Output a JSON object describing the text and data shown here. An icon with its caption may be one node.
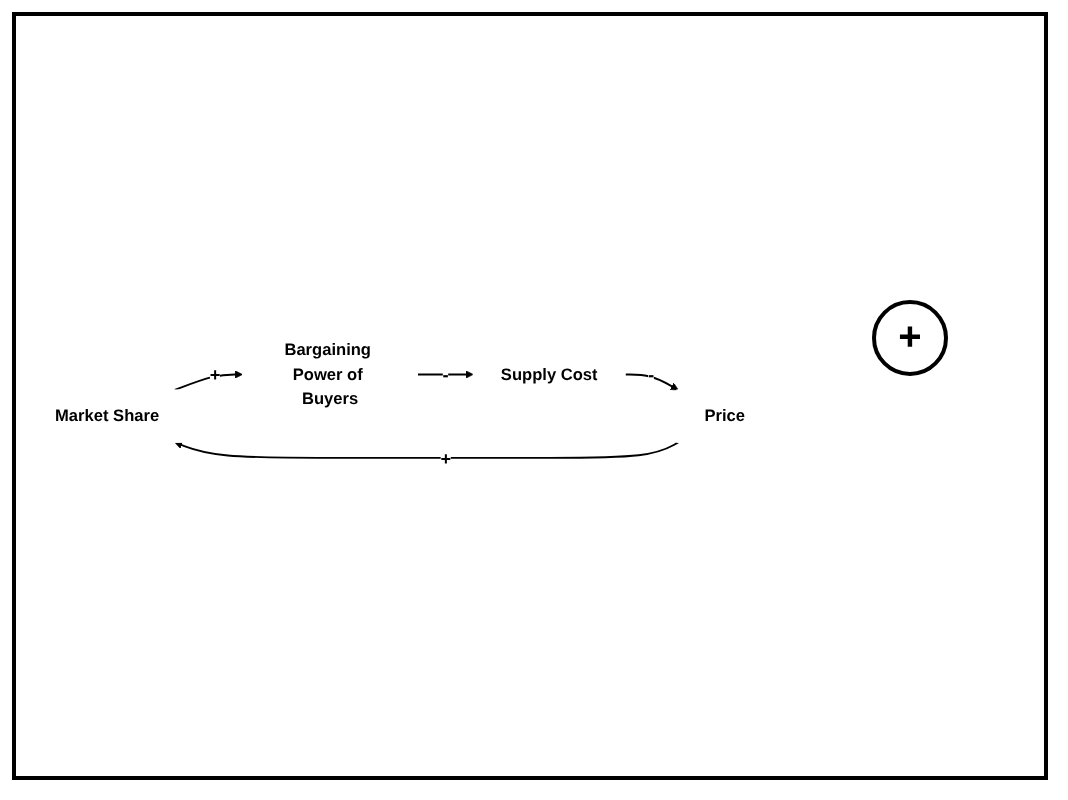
{
  "diagram": {
    "nodes": [
      {
        "text": [
          "Market Share"
        ]
      },
      {
        "text": [
          "Bargaining Power of Buyers"
        ]
      },
      {
        "text": [
          "Supply Cost"
        ]
      },
      {
        "text": [
          "Price"
        ]
      }
    ],
    "edges": [
      {
        "from": 0,
        "to": 1,
        "arrow": "to",
        "label": "+"
      },
      {
        "from": 1,
        "to": 2,
        "arrow": "to",
        "label": "-"
      },
      {
        "from": 2,
        "to": 3,
        "arrow": "to",
        "label": "-"
      },
      {
        "from": 3,
        "to": 0,
        "arrow": "to",
        "label": "+"
      }
    ],
    "labels": [
      "+"
    ]
  }
}
